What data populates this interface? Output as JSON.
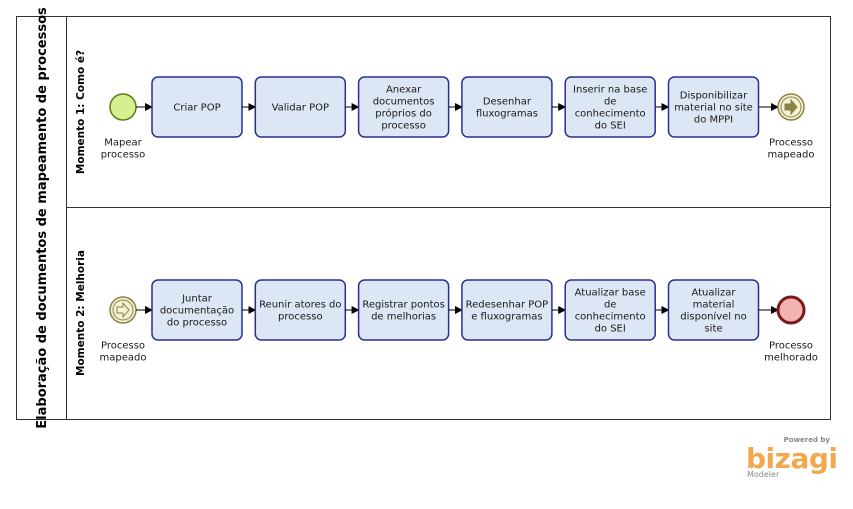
{
  "pool": {
    "title": "Elaboração de documentos de mapeamento de processos"
  },
  "lanes": [
    {
      "title": "Momento 1: Como é?",
      "start_event": {
        "label_lines": [
          "Mapear",
          "processo"
        ]
      },
      "tasks": [
        {
          "lines": [
            "Criar POP"
          ]
        },
        {
          "lines": [
            "Validar POP"
          ]
        },
        {
          "lines": [
            "Anexar",
            "documentos",
            "próprios do",
            "processo"
          ]
        },
        {
          "lines": [
            "Desenhar",
            "fluxogramas"
          ]
        },
        {
          "lines": [
            "Inserir na base",
            "de",
            "conhecimento",
            "do SEI"
          ]
        },
        {
          "lines": [
            "Disponibilizar",
            "material no site",
            "do MPPI"
          ]
        }
      ],
      "end_event": {
        "label_lines": [
          "Processo",
          "mapeado"
        ]
      }
    },
    {
      "title": "Momento 2: Melhoria",
      "start_event": {
        "label_lines": [
          "Processo",
          "mapeado"
        ]
      },
      "tasks": [
        {
          "lines": [
            "Juntar",
            "documentação",
            "do processo"
          ]
        },
        {
          "lines": [
            "Reunir atores do",
            "processo"
          ]
        },
        {
          "lines": [
            "Registrar pontos",
            "de melhorias"
          ]
        },
        {
          "lines": [
            "Redesenhar POP",
            "e fluxogramas"
          ]
        },
        {
          "lines": [
            "Atualizar base",
            "de",
            "conhecimento",
            "do SEI"
          ]
        },
        {
          "lines": [
            "Atualizar",
            "material",
            "disponível no",
            "site"
          ]
        }
      ],
      "end_event": {
        "label_lines": [
          "Processo",
          "melhorado"
        ]
      }
    }
  ],
  "branding": {
    "powered_by": "Powered by",
    "name": "bizagi",
    "product": "Modeler"
  },
  "colors": {
    "task_fill": "#dce6f5",
    "task_stroke": "#2b2f8f",
    "start_fill": "#d8ef8f",
    "start_stroke": "#5c7a1c",
    "link_fill": "#f5f1d4",
    "link_stroke": "#8a8246",
    "end_fill": "#f3b3b3",
    "end_stroke": "#7a1a1a",
    "brand": "#f3a850"
  }
}
